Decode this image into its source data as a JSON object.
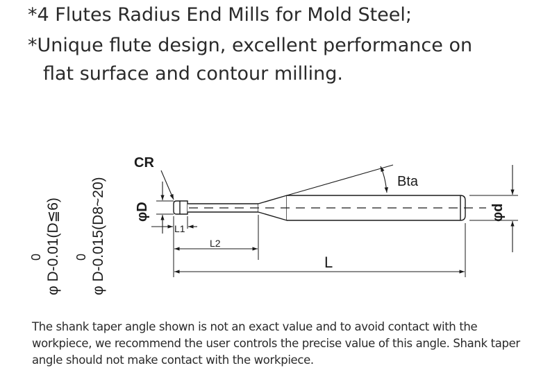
{
  "headings": [
    "*4 Flutes Radius End Mills for Mold Steel;",
    "*Unique flute design, excellent performance on",
    "flat surface and contour milling."
  ],
  "diagram": {
    "labels": {
      "cr": "CR",
      "bta": "Bta",
      "phi_D": "φD",
      "phi_d": "φd",
      "l1": "L1",
      "l2": "L2",
      "l": "L"
    },
    "tolerances": [
      {
        "upper": "0",
        "main": "φ D-0.01(D≦6)"
      },
      {
        "upper": "0",
        "main": "φ D-0.015(D8~20)"
      }
    ]
  },
  "note": "The shank taper angle shown is not an exact value and to avoid contact with the workpiece, we recommend the user controls the precise value of this angle. Shank taper angle should not make contact with the workpiece."
}
